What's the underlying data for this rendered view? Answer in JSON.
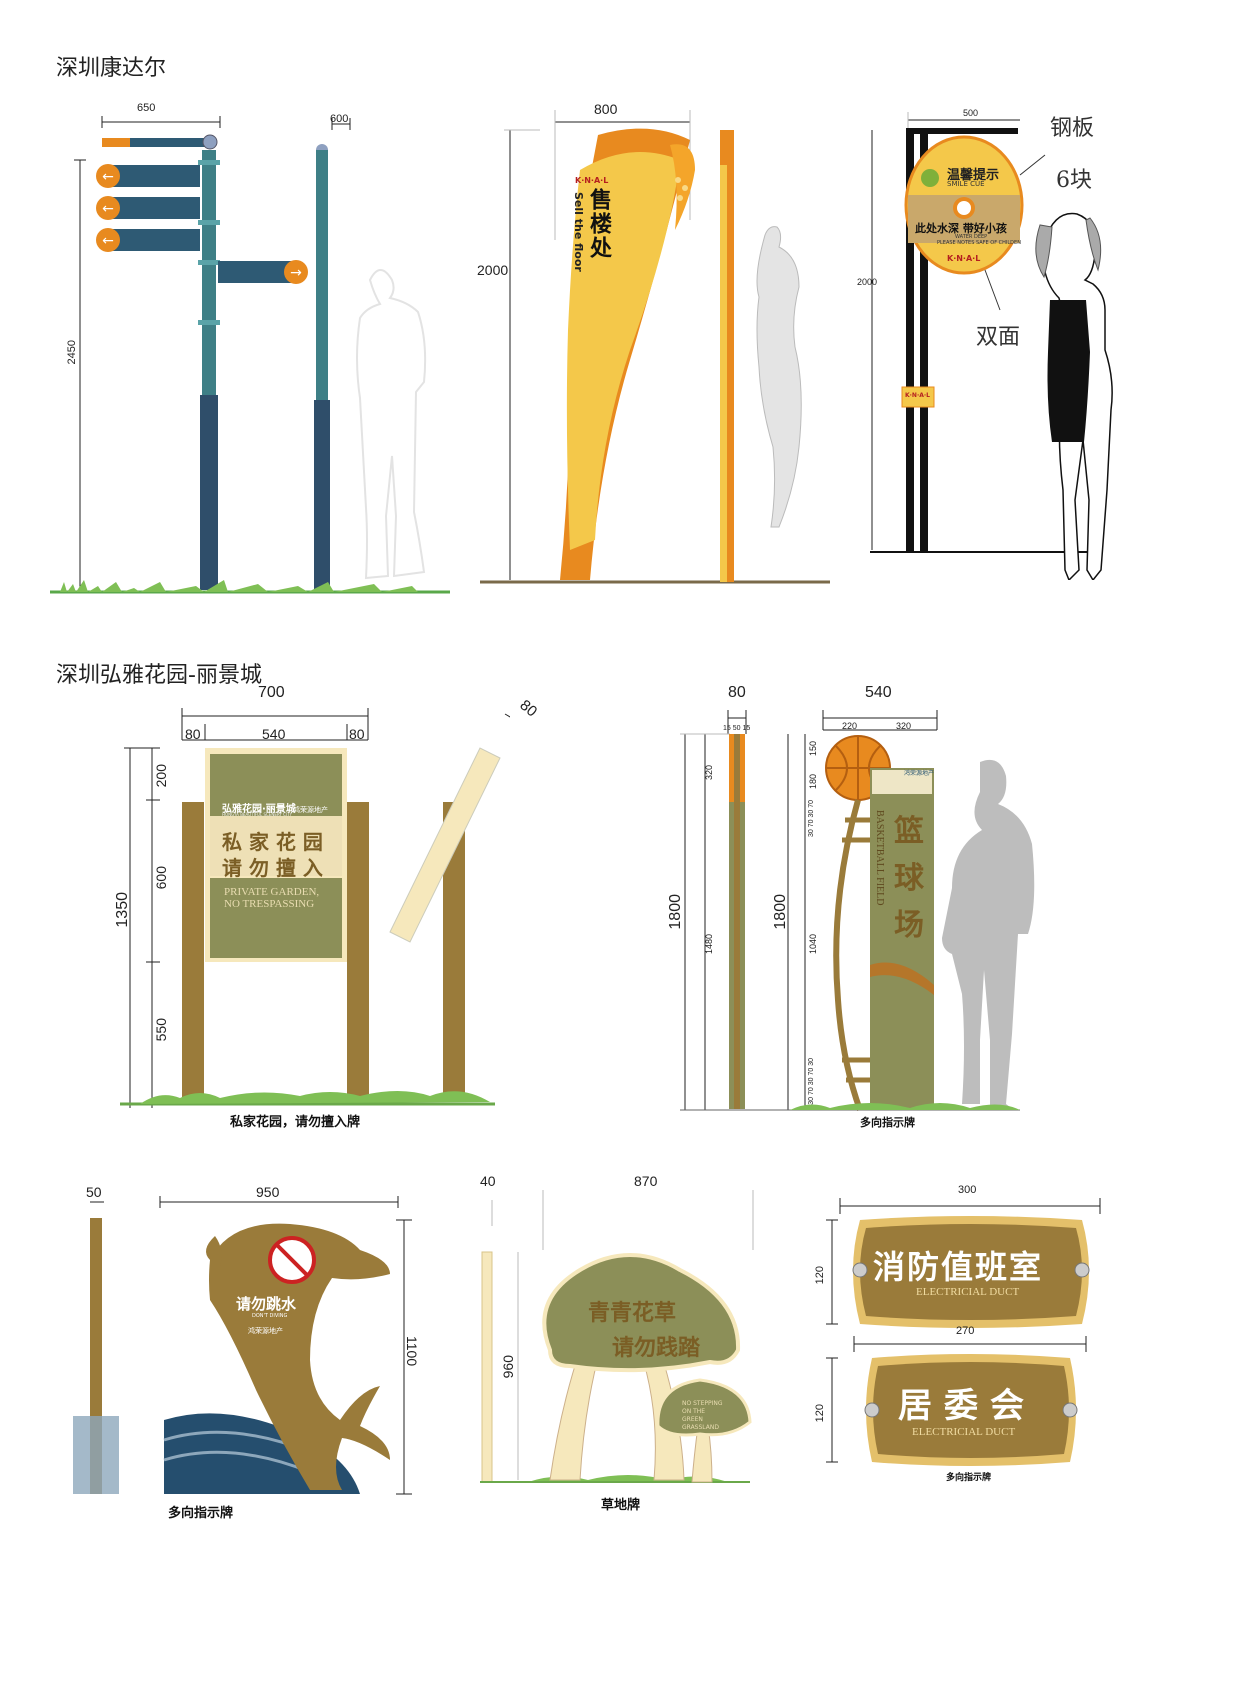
{
  "sections": [
    {
      "title": "深圳康达尔"
    },
    {
      "title": "深圳弘雅花园-丽景城"
    }
  ],
  "row1": {
    "signpost": {
      "width_label": "650",
      "top_label": "600",
      "height_label": "2450"
    },
    "sales_sign": {
      "width_label": "800",
      "height_label": "2000",
      "logo": "K·N·A·L",
      "text_cn": "售楼处",
      "text_en": "Sell the floor"
    },
    "warning_sign": {
      "width_label": "500",
      "height_label": "2000",
      "title_cn": "温馨提示",
      "title_en": "SMILE CUE",
      "body_cn": "此处水深 带好小孩",
      "body_en1": "WATER DEEP",
      "body_en2": "PLEASE NOTES SAFE OF CHILDEN",
      "logo": "K·N·A·L",
      "plate_logo": "K·N·A·L",
      "note_steel": "钢板",
      "note_blocks": "6块",
      "note_double": "双面"
    }
  },
  "row2": {
    "private_garden": {
      "width_total": "700",
      "w_left": "80",
      "w_mid": "540",
      "w_right": "80",
      "h_total": "1350",
      "h_top": "200",
      "h_mid": "600",
      "h_bottom": "550",
      "side_width": "80",
      "brand": "弘雅花园·丽景城",
      "brand_sub": "HONGYA BEAUTIFUL SCENERY CITY",
      "developer": "鸿荣源地产",
      "text_cn_1": "私 家 花 园",
      "text_cn_2": "请 勿 擅 入",
      "text_en_1": "PRIVATE GARDEN,",
      "text_en_2": "NO TRESPASSING",
      "caption": "私家花园，请勿擅入牌"
    },
    "basketball": {
      "side_width": "80",
      "side_sub": "15 50 15",
      "side_height": "1800",
      "side_top": "320",
      "side_bottom": "1480",
      "width_total": "540",
      "w_left": "220",
      "w_right": "320",
      "height_total": "1800",
      "h_labels": [
        "150",
        "180",
        "30 70 30 70",
        "1040",
        "30 70 30 70 30"
      ],
      "developer": "鸿荣源地产",
      "text_cn": [
        "篮",
        "球",
        "场"
      ],
      "text_en": "BASKETBALL FIELD",
      "caption": "多向指示牌"
    }
  },
  "row3": {
    "dolphin": {
      "side_width": "50",
      "width_label": "950",
      "height_label": "1100",
      "text_cn": "请勿跳水",
      "text_en": "DON'T DIVING",
      "developer": "鸿荣源地产",
      "caption": "多向指示牌"
    },
    "mushroom": {
      "side_width": "40",
      "width_label": "870",
      "height_label": "960",
      "text_cn_1": "青青花草",
      "text_cn_2": "请勿践踏",
      "text_en": [
        "NO STEPPING",
        "ON THE",
        "GREEN",
        "GRASSLAND"
      ],
      "caption": "草地牌"
    },
    "plates": {
      "plate1": {
        "width_label": "300",
        "height_label": "120",
        "text_cn": "消防值班室",
        "text_en": "ELECTRICIAL DUCT"
      },
      "plate2": {
        "width_label": "270",
        "height_label": "120",
        "text_cn": "居委会",
        "text_en": "ELECTRICIAL DUCT"
      },
      "caption": "多向指示牌"
    }
  }
}
